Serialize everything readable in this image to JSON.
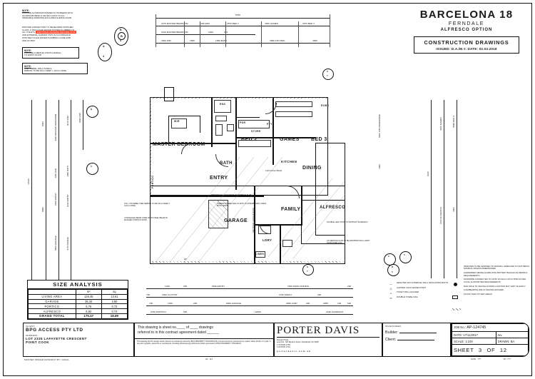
{
  "title_block": {
    "project_name": "BARCELONA 18",
    "project_sub": "FERNDALE",
    "project_option": "ALFRESCO OPTION",
    "construction_title": "CONSTRUCTION DRAWINGS",
    "construction_issued": "ISSUED: D.A./M.Y.  DATE: 02.03.2018"
  },
  "notes_left": {
    "note1_hd": "NOTE:",
    "note1_lines": [
      "PROVIDE ALUMINIUM FRAMED FLYSCREENS WITH",
      "ALUMINIUM MESH & KEYED LOCKS TO ALL",
      "OPERABLE WINDOWS EXCLUDES SLIDING DOOR"
    ],
    "note2_lines_a": [
      "PROVIDE CONNECTION TO DEVELOPER SUPPLIED",
      "CLASS 'A' RECYCLED WATER SYSTEM PLUMBED TO",
      "ALL TOILETS, "
    ],
    "note2_highlight": "ADDITIONAL WASHING MACHINE STOP",
    "note2_lines_b": [
      "AND EXTERNAL GARDEN TAPS IN ACCORDANCE",
      "WITH RECYCLED WATER PLUMBING GUIDE 2005",
      "AND AS 3500"
    ],
    "note3_hd": "NOTE:",
    "note3_lines": [
      "PROVIDE A MEDIUM VISION HANDLE",
      "TO ENTRY DOOR"
    ],
    "note4_hd": "NOTE:",
    "note4_lines": [
      "CSR - HEBEL WALL PANELS",
      "REBATE TO BE 20mm DEEP x 110mm WIDE"
    ]
  },
  "size_analysis": {
    "title": "SIZE ANALYSIS",
    "col_headers": [
      "",
      "m²",
      "sq"
    ],
    "rows": [
      {
        "label": "LIVING AREA",
        "m2": "126.45",
        "sq": "13.61"
      },
      {
        "label": "GARAGE",
        "m2": "35.34",
        "sq": "3.80"
      },
      {
        "label": "PORTICO",
        "m2": "6.76",
        "sq": "0.73"
      },
      {
        "label": "ALFRESCO",
        "m2": "6.92",
        "sq": "0.74"
      }
    ],
    "total": {
      "label": "GRAND TOTAL",
      "m2": "175.47",
      "sq": "18.89"
    }
  },
  "client_block": {
    "client_label": "CLIENT:",
    "client_value": "BPG ACCESS PTY LTD",
    "address_label": "ADDRESS :",
    "address_line1": "LOT 2335 LAFAYETTE CRESCENT",
    "address_line2": "POINT COOK",
    "master_issued": "MASTER ISSUED 02/03/2017      BY: GGGG"
  },
  "contract_block": {
    "line1": "This drawing is sheet no.____ of ____ drawings",
    "line2": "referred to in this contract agreement dated ______",
    "copyright": "This drawing and the design shown thereon is exclusively owned by BGS PROPERTY HOLDINGS Pty Ltd and cannot be reproduced or copied, either wholly or in part, in any form (graphic, electronic or mechanical, including photocopying) without the written permission of BGS PROPERTY HOLDINGS."
  },
  "logo_block": {
    "logo": "PORTER DAVIS",
    "addr_line1": "Pelican Place",
    "addr_line2": "Level 10, 720 Bourke Street, Docklands Vic 3008",
    "phone": "T 03 8720 2700",
    "fax": "F 03 8720 2701",
    "web": "porterdavis.com.au"
  },
  "signatures": {
    "heading": "SIGNATURES",
    "builder_label": "Builder:",
    "client_label": "Client:"
  },
  "stamp_block": {
    "job_no_label": "JOB No.:",
    "job_no": "AP-124745",
    "date_label": "DATE:",
    "date": "17/11/2017",
    "rev_label": "rev.",
    "rev": "",
    "scale_label": "SCALE:",
    "scale": "1:100",
    "drawn_label": "DRAWN:",
    "drawn": "BA",
    "sheet_label": "SHEET",
    "sheet_no": "3",
    "of_label": "OF",
    "sheet_total": "12"
  },
  "footer_marks": {
    "left": "A4 : 111",
    "mid": "DATE : ???",
    "right": "BY: ???"
  },
  "legend": {
    "rows": [
      {
        "icon": "—",
        "text": "DENOTES R2.5 INTERNAL WALL INSULATION BATTS"
      },
      {
        "icon": "◇",
        "text": "CAPPED COLD WATER POINT"
      },
      {
        "icon": "⊥",
        "text": "TOILET ROLL HOLDER"
      },
      {
        "icon": "═",
        "text": "DOUBLE TOWEL RAIL"
      }
    ]
  },
  "notes_right": {
    "items": [
      "WINDOWS TO BE CENTRED TO ROOMS+/-50MM AND TO SUIT BRICK NOMINAL UNLESS DIMENSIONED",
      "HARDWIRED SMOKE ALARM WITH BATTERY BACKUP AS PER BCA REQUIREMENTS",
      "DOWNPIPE CONNECTED TO LPOD VIA 90mm UPVC PIPE AS PER LOCAL AUTHORITIES REQUIREMENTS",
      "MAN HOLE TO CEILING ACCESS LOCATION MAY VARY SLIGHTLY",
      "LOADBEARING WALLS SHOWN HATCHED",
      "FLOOR TILES TO WET AREAS"
    ]
  },
  "rooms": [
    {
      "name": "MASTER BEDROOM",
      "size": "lg"
    },
    {
      "name": "BED 2",
      "size": "lg"
    },
    {
      "name": "GAMES",
      "size": "lg"
    },
    {
      "name": "BED 3",
      "size": "lg"
    },
    {
      "name": "ENTRY",
      "size": "lg"
    },
    {
      "name": "BATH",
      "size": "md"
    },
    {
      "name": "KITCHEN",
      "size": "md"
    },
    {
      "name": "DINING",
      "size": "lg"
    },
    {
      "name": "FAMILY",
      "size": "lg"
    },
    {
      "name": "GARAGE",
      "size": "lg"
    },
    {
      "name": "ALFRESCO",
      "size": "md"
    },
    {
      "name": "LDRY",
      "size": "sm"
    },
    {
      "name": "WIR",
      "size": "sm"
    },
    {
      "name": "PORTICO",
      "size": "sm"
    },
    {
      "name": "PDR",
      "size": "xs"
    },
    {
      "name": "ENS",
      "size": "xs"
    },
    {
      "name": "LINEN",
      "size": "xs"
    },
    {
      "name": "ROBE",
      "size": "xs"
    },
    {
      "name": "PTY",
      "size": "xs"
    },
    {
      "name": "STORE",
      "size": "xs"
    }
  ],
  "dimensions_top_row1": [
    "5760"
  ],
  "dimensions_top_row2": [
    "3270 MASTER BEDROOM",
    "1020 ENS",
    "2870 BED 2",
    "3900 GAMES",
    "2870 BED 3"
  ],
  "dimensions_top_row3": [
    "3120 MASTER BEDROOM",
    "1400",
    "970"
  ],
  "dimensions_top_row4": [
    "2000 WIR",
    "1850",
    "1580 BATH",
    "3980 KITCHEN",
    "4650"
  ],
  "dimensions_left": [
    "12120",
    "5300",
    "3390 MASTER BEDROOM",
    "3070 ENS",
    "2990 ENS",
    "600",
    "1220 WIR",
    "1950 BATH",
    "900",
    "1250 ENTRY",
    "1090 ENTRY",
    "9600",
    "5680",
    "5500 GARAGE",
    "4770 DINING"
  ],
  "dimensions_bottom": [
    "1320",
    "200",
    "5490 ENTRY",
    "7630 FAMILY/DINING",
    "200",
    "700",
    "1962 C/L POST",
    "1450",
    "200",
    "6000 GARAGE",
    "1700 FAMILY",
    "200",
    "3060 LDRY",
    "200",
    "2055",
    "100",
    "520",
    "2760 PORTICO",
    "630",
    "12090",
    "2340 ALFRESCO"
  ],
  "dimensions_right": [
    "6120",
    "3220 GAMES",
    "5580 BED 3",
    "5540 KITCHEN/DINING",
    "1660",
    "1700 ALFRESCO",
    "1500"
  ],
  "plan_notes": [
    "670 x 740 HEBEL PIER REBATE TO BE 20mm DEEP x 110mm WIDE",
    "CONCEALED BEAM OVER 90x45 STEEL BEAM W/ MANGED PORTICO ROOF",
    "PROVIDE FALL TO FRONT OF PORTICO SLAB",
    "TIMBER FRAMED WALLS WITH PLASTERBOARD LINING BOTH SIDES",
    "DOUBLE LEAF POST TO SUPPORT ALFRESCO",
    "AS SERVICE SLAB TO BE DROPPED 50mm AWAY FROM DWELLING",
    "14xS Kitchen B/wall",
    "SECTIONAL GARAGE DOOR",
    "DP"
  ],
  "callouts": [
    {
      "label": "4",
      "sub": "A"
    },
    {
      "label": "4",
      "sub": "B"
    },
    {
      "label": "7",
      "sub": "X"
    },
    {
      "label": "7",
      "sub": "X"
    },
    {
      "label": "5",
      "sub": "X"
    },
    {
      "label": "5",
      "sub": "D"
    },
    {
      "label": "5",
      "sub": "C"
    },
    {
      "label": "4",
      "sub": "B"
    },
    {
      "label": "4",
      "sub": "C"
    }
  ]
}
